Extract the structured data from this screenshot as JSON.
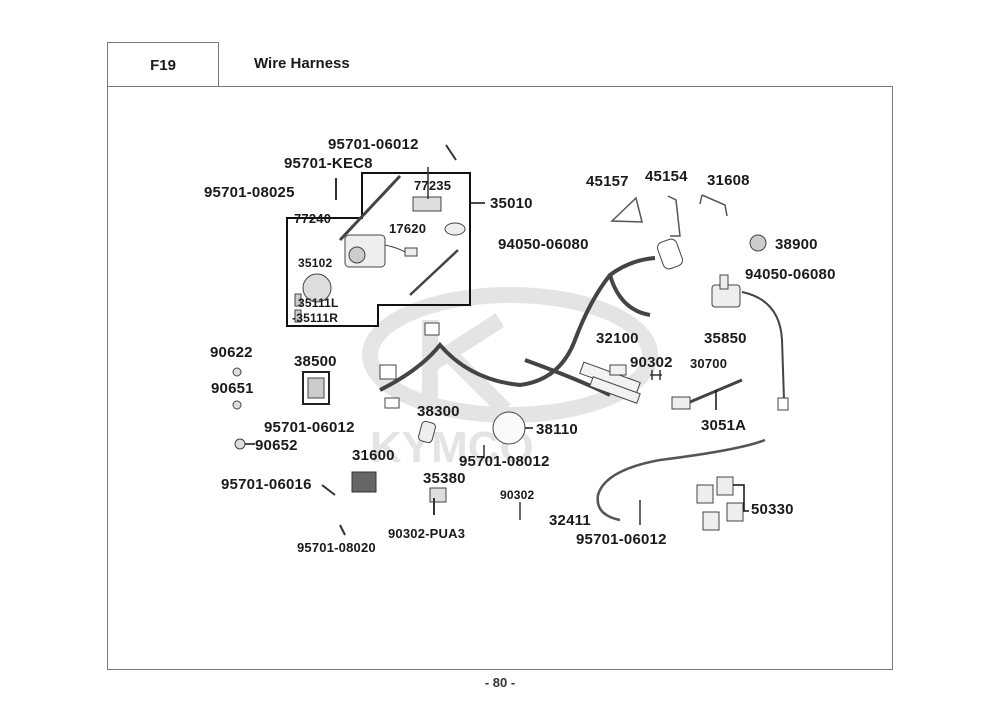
{
  "header": {
    "section_code": "F19",
    "title": "Wire Harness"
  },
  "footer": {
    "page_number": "- 80 -"
  },
  "watermark": {
    "brand": "KYMCO"
  },
  "parts": [
    {
      "id": "p1",
      "number": "95701-06012"
    },
    {
      "id": "p2",
      "number": "95701-KEC8"
    },
    {
      "id": "p3",
      "number": "95701-08025"
    },
    {
      "id": "p4",
      "number": "77235"
    },
    {
      "id": "p5",
      "number": "35010"
    },
    {
      "id": "p6",
      "number": "77240"
    },
    {
      "id": "p7",
      "number": "17620"
    },
    {
      "id": "p8",
      "number": "35102"
    },
    {
      "id": "p9",
      "number": "35111L"
    },
    {
      "id": "p10",
      "number": "-35111R"
    },
    {
      "id": "p11",
      "number": "45157"
    },
    {
      "id": "p12",
      "number": "45154"
    },
    {
      "id": "p13",
      "number": "31608"
    },
    {
      "id": "p14",
      "number": "94050-06080"
    },
    {
      "id": "p15",
      "number": "38900"
    },
    {
      "id": "p16",
      "number": "94050-06080"
    },
    {
      "id": "p17",
      "number": "35850"
    },
    {
      "id": "p18",
      "number": "32100"
    },
    {
      "id": "p19",
      "number": "90302"
    },
    {
      "id": "p20",
      "number": "30700"
    },
    {
      "id": "p21",
      "number": "3051A"
    },
    {
      "id": "p22",
      "number": "90622"
    },
    {
      "id": "p23",
      "number": "38500"
    },
    {
      "id": "p24",
      "number": "90651"
    },
    {
      "id": "p25",
      "number": "95701-06012"
    },
    {
      "id": "p26",
      "number": "90652"
    },
    {
      "id": "p27",
      "number": "38300"
    },
    {
      "id": "p28",
      "number": "38110"
    },
    {
      "id": "p29",
      "number": "31600"
    },
    {
      "id": "p30",
      "number": "95701-08012"
    },
    {
      "id": "p31",
      "number": "95701-06016"
    },
    {
      "id": "p32",
      "number": "35380"
    },
    {
      "id": "p33",
      "number": "90302"
    },
    {
      "id": "p34",
      "number": "32411"
    },
    {
      "id": "p35",
      "number": "95701-06012"
    },
    {
      "id": "p36",
      "number": "50330"
    },
    {
      "id": "p37",
      "number": "90302-PUA3"
    },
    {
      "id": "p38",
      "number": "95701-08020"
    }
  ]
}
